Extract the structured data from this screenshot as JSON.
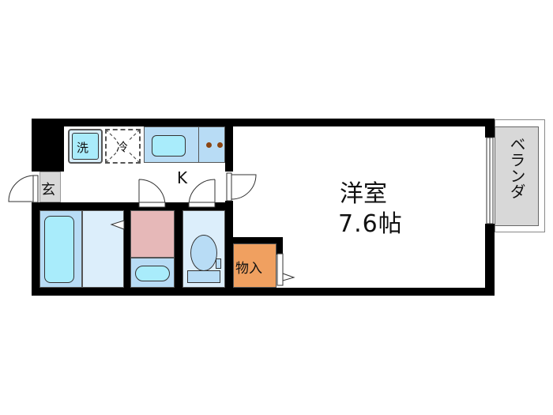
{
  "plan": {
    "type": "1K floor plan",
    "rooms": {
      "western_room": {
        "label": "洋室",
        "size": "7.6帖"
      },
      "kitchen": {
        "label": "K"
      },
      "entrance": {
        "label": "玄"
      },
      "washer": {
        "label": "洗"
      },
      "fridge": {
        "label": "冷"
      },
      "storage": {
        "label": "物入"
      },
      "balcony": {
        "label": "ベランダ"
      }
    },
    "colors": {
      "wall": "#000000",
      "wet_area": "#dceefb",
      "fixture": "#a9ecfb",
      "counter": "#b8dcf5",
      "washroom": "#e6b8b8",
      "storage": "#f0a060",
      "entrance": "#d8d8d8",
      "balcony": "#d8d8d8",
      "stove_dot": "#8b4513"
    }
  }
}
